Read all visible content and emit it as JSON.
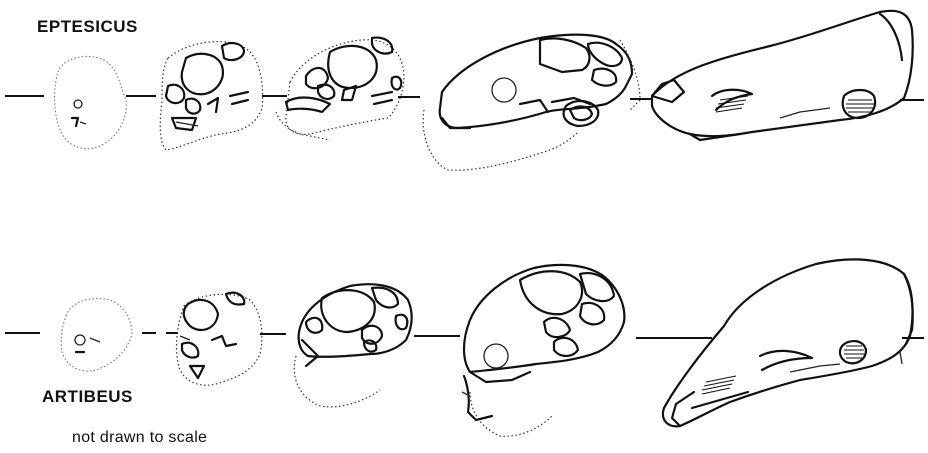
{
  "labels": {
    "top_row": "EPTESICUS",
    "bottom_row": "ARTIBEUS",
    "note": "not drawn to scale"
  },
  "rows": [
    {
      "name": "EPTESICUS",
      "stages": 5
    },
    {
      "name": "ARTIBEUS",
      "stages": 5
    }
  ],
  "colors": {
    "ink": "#111111",
    "background": "#ffffff"
  }
}
